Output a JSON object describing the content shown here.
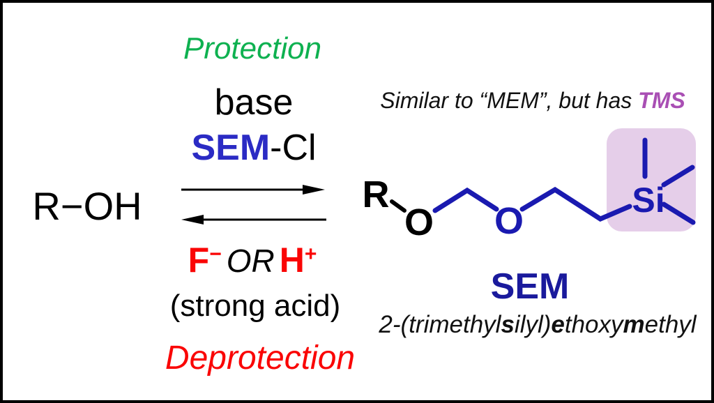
{
  "labels": {
    "protection": "Protection",
    "deprotection": "Deprotection",
    "sem_group": "SEM"
  },
  "reaction": {
    "base": "base",
    "sem_cl_sem": "SEM",
    "sem_cl_rest": "-Cl",
    "substrate": "R−OH",
    "fluoride": "F",
    "fluoride_charge": "−",
    "or": "OR",
    "acid": "H",
    "acid_charge": "+",
    "strong_acid": "(strong acid)"
  },
  "note": {
    "prefix": "Similar to “MEM”, but has ",
    "tms": "TMS"
  },
  "structure": {
    "r": "R",
    "o1": "O",
    "o2": "O",
    "si": "Si"
  },
  "full_name": {
    "p1": "2-(trimethyl",
    "b1": "s",
    "p2": "ilyl)",
    "b2": "e",
    "p3": "thoxy",
    "b3": "m",
    "p4": "ethyl"
  },
  "colors": {
    "protection_green": "#0eb150",
    "deprotection_red": "#fa0505",
    "sem_cl_blue": "#2b2bc4",
    "sem_navy": "#1a1a9c",
    "structure_blue": "#1a1ab0",
    "tms_purple": "#a94fb4",
    "tms_box_fill": "#e5cee9",
    "border_black": "#000000"
  }
}
